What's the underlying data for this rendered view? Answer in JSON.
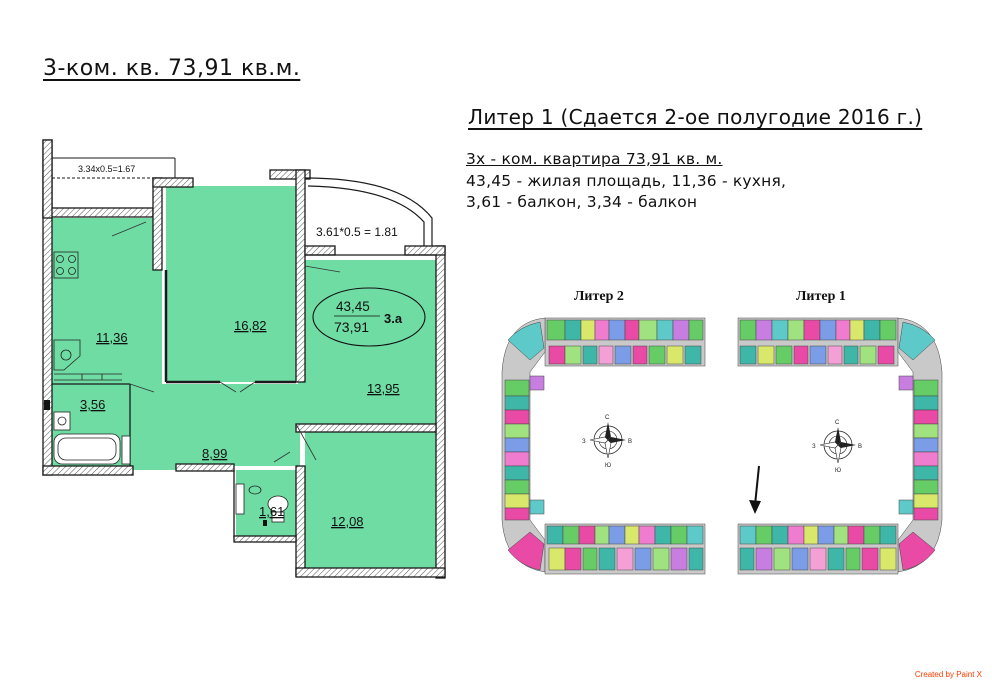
{
  "header": {
    "title": "3-ком. кв. 73,91 кв.м.",
    "liter_line": "Литер 1 (Сдается 2-ое полугодие 2016 г.)"
  },
  "description": {
    "line1": "3х - ком. квартира 73,91 кв. м.",
    "line2": "43,45 - жилая площадь, 11,36 - кухня,",
    "line3": "3,61 - балкон, 3,34 - балкон"
  },
  "floor_plan": {
    "balcony_left_formula": "3.34x0.5=1.67",
    "balcony_right_formula": "3.61*0.5 = 1.81",
    "room_kitchen": "11,36",
    "room_bath": "3,56",
    "room_bedroom_mid": "16,82",
    "room_living_right": "13,95",
    "room_hall": "8,99",
    "room_wc": "1,61",
    "room_bedroom_bottom": "12,08",
    "badge_living": "43,45",
    "badge_total": "73,91",
    "badge_code": "3.а",
    "colors": {
      "room_fill": "#6fdca4",
      "wall": "#1a1a1a"
    }
  },
  "site_plan": {
    "label_liter2": "Литер 2",
    "label_liter1": "Литер 1",
    "compass_n": "С",
    "compass_s": "Ю",
    "compass_w": "З",
    "compass_e": "В"
  },
  "footer": {
    "credit": "Created by Paint X"
  }
}
